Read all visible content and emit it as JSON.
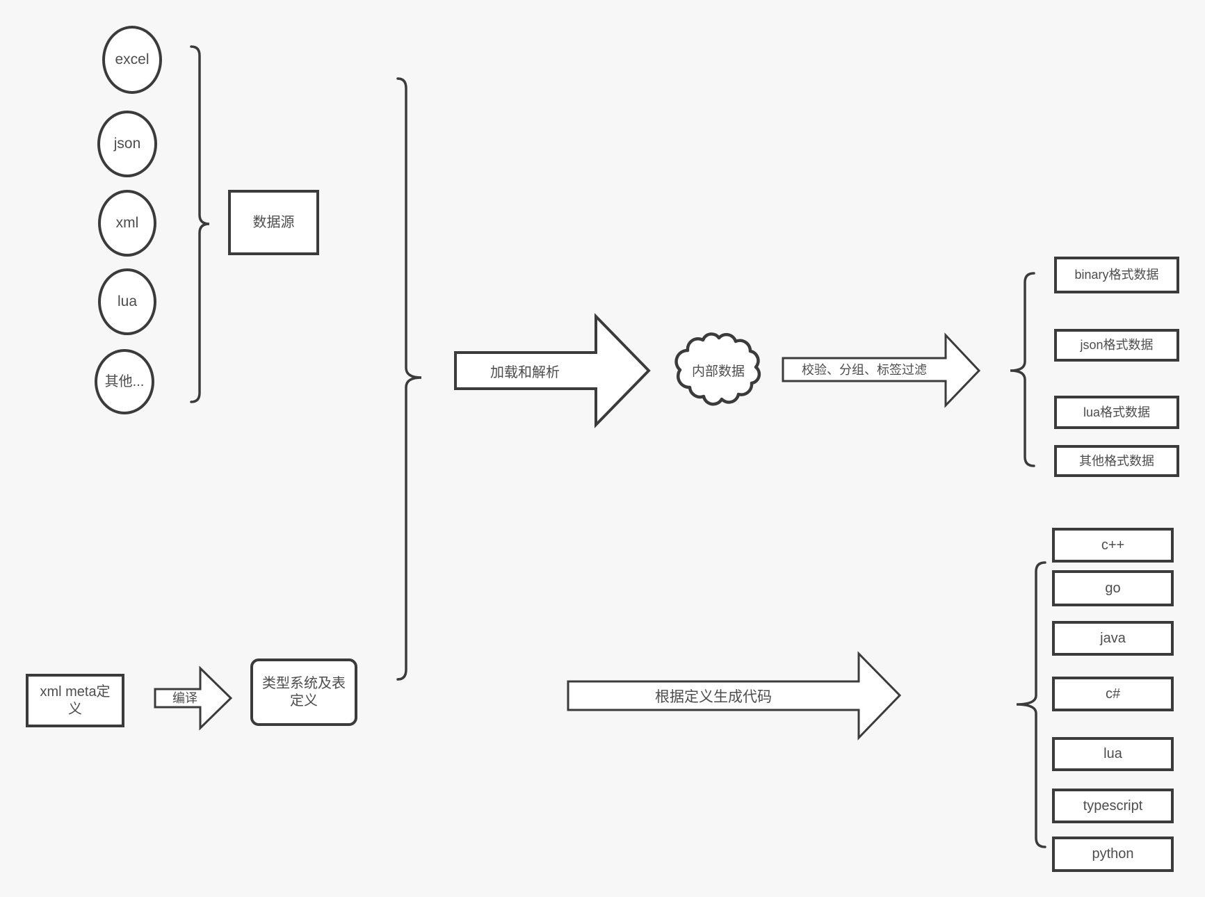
{
  "colors": {
    "background": "#f7f7f7",
    "stroke": "#3b3b3b",
    "shape_fill": "#ffffff",
    "text": "#4d4d4d"
  },
  "sources": {
    "circles": [
      "excel",
      "json",
      "xml",
      "lua",
      "其他..."
    ],
    "group_box": "数据源"
  },
  "flow": {
    "load_parse_arrow": "加载和解析",
    "internal_data_cloud": "内部数据",
    "filter_arrow": "校验、分组、标签过滤",
    "compile_arrow": "编译",
    "codegen_arrow": "根据定义生成代码"
  },
  "data_outputs": [
    "binary格式数据",
    "json格式数据",
    "lua格式数据",
    "其他格式数据"
  ],
  "definitions": {
    "xml_meta_box": "xml meta定义",
    "type_system_box": "类型系统及表定义"
  },
  "languages": [
    "c++",
    "go",
    "java",
    "c#",
    "lua",
    "typescript",
    "python"
  ]
}
